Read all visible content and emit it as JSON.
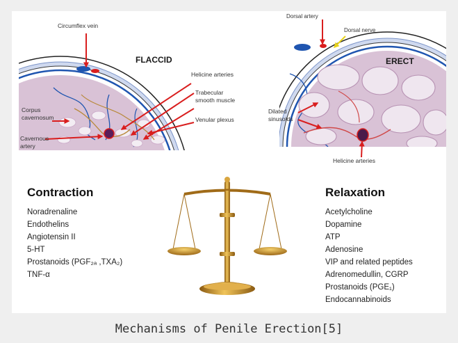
{
  "flaccid": {
    "title": "FLACCID",
    "labels": {
      "circumflex_vein": "Circumflex vein",
      "helicine_arteries": "Helicine arteries",
      "trabecular_line1": "Trabecular",
      "trabecular_line2": "smooth muscle",
      "venular_plexus": "Venular plexus",
      "corpus_line1": "Corpus",
      "corpus_line2": "cavernosum",
      "cavernous_line1": "Cavernous",
      "cavernous_line2": "artery"
    }
  },
  "erect": {
    "title": "ERECT",
    "labels": {
      "dorsal_artery": "Dorsal artery",
      "dorsal_nerve": "Dorsal nerve",
      "dilated_line1": "Dilated",
      "dilated_line2": "sinusoids",
      "helicine_arteries": "Helicine arteries"
    }
  },
  "contraction": {
    "heading": "Contraction",
    "items": [
      "Noradrenaline",
      "Endothelins",
      "Angiotensin II",
      "5-HT",
      "Prostanoids (PGF₂ₐ ,TXA₂)",
      "TNF-α"
    ]
  },
  "relaxation": {
    "heading": "Relaxation",
    "items": [
      "Acetylcholine",
      "Dopamine",
      "ATP",
      "Adenosine",
      "VIP and related peptides",
      "Adrenomedullin, CGRP",
      "Prostanoids (PGE₁)",
      "Endocannabinoids"
    ]
  },
  "caption": "Mechanisms of Penile Erection[5]",
  "colors": {
    "arrow": "#d91e1e",
    "nerve": "#e8d21a",
    "vessel": "#1f55b0",
    "tissue": "#d9c2d6",
    "sinus": "#efe6ef",
    "brass": "#c6902a"
  }
}
